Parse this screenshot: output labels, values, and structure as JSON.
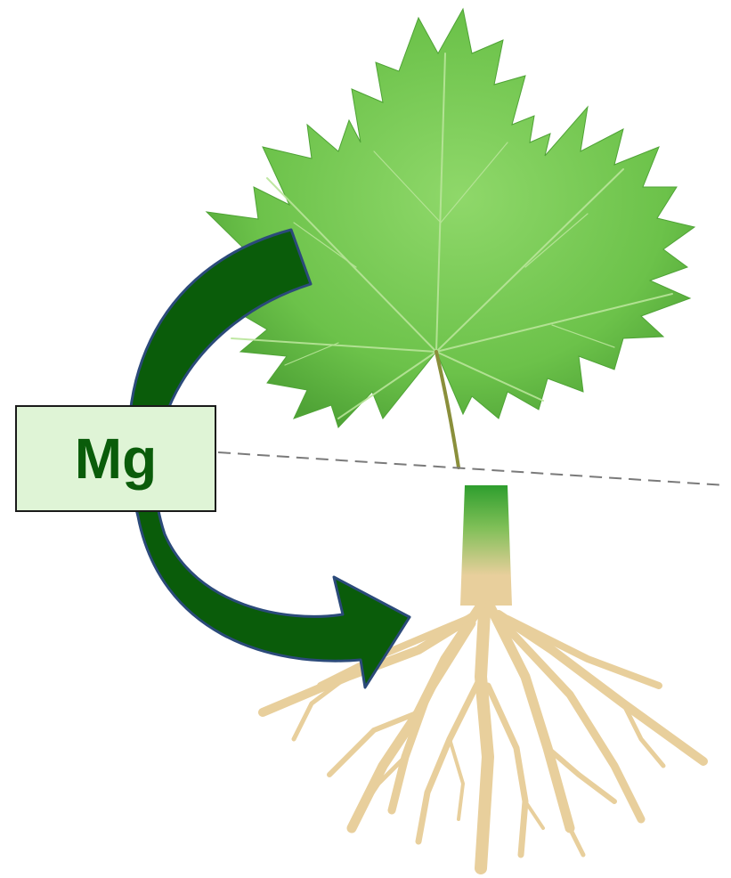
{
  "label": {
    "text": "Mg"
  },
  "colors": {
    "leaf": "#6cc24a",
    "leaf_dark": "#4fa336",
    "leaf_vein": "#b9e59a",
    "stem": "#8a8f3b",
    "root": "#e8cf9c",
    "root_stem_top": "#2e9e2e",
    "arrow_fill": "#0a5c0a",
    "arrow_outline": "#2b4a7a",
    "label_box_fill": "#dff4d6",
    "label_text": "#0a5c0a",
    "divider": "#7a7a7a"
  },
  "elements": {
    "leaf": "maple-leaf",
    "roots": "root-system",
    "arrow": "curved-transport-arrow",
    "divider": "dashed-ground-line"
  }
}
